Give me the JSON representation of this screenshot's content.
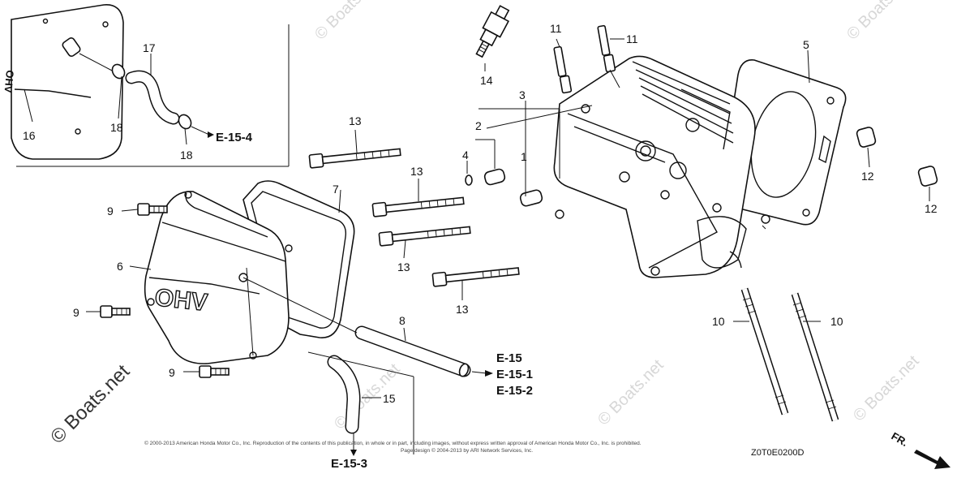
{
  "diagram": {
    "part_labels": [
      "1",
      "2",
      "3",
      "4",
      "5",
      "6",
      "7",
      "8",
      "9",
      "9",
      "9",
      "10",
      "10",
      "11",
      "11",
      "12",
      "12",
      "13",
      "13",
      "13",
      "13",
      "14",
      "15",
      "16",
      "17",
      "18",
      "18"
    ],
    "references": [
      "E-15-4",
      "E-15",
      "E-15-1",
      "E-15-2",
      "E-15-3"
    ],
    "diagram_code": "Z0T0E0200D",
    "front_marker": "FR.",
    "cover_emboss": "OHV",
    "copyright_line1": "© 2000-2013 American Honda Motor Co., Inc. Reproduction of the contents of this publication, in whole or in part, including images, without express written approval of American Honda Motor Co., Inc. is prohibited.",
    "copyright_line2": "Page design © 2004-2013 by ARI Network Services, Inc.",
    "watermark": "© Boats.net"
  }
}
